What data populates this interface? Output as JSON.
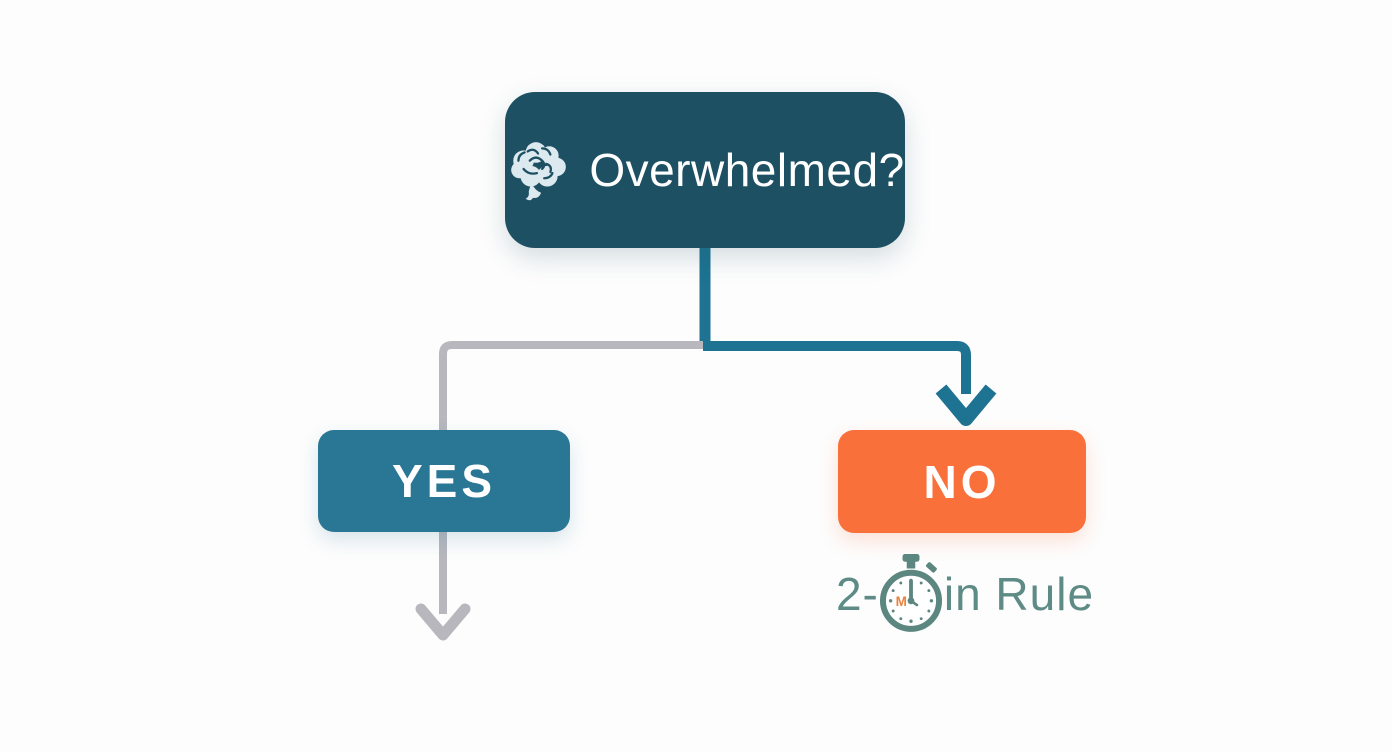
{
  "diagram": {
    "type": "flowchart",
    "decision_node": {
      "label": "Overwhelmed?",
      "icon": "brain-icon"
    },
    "branches": {
      "yes_node": {
        "label": "YES"
      },
      "no_node": {
        "label": "NO"
      }
    },
    "rule_label": {
      "prefix": "2-",
      "suffix": "in Rule",
      "stopwatch_letter": "M",
      "full_text": "2-Min Rule",
      "icon": "stopwatch-icon"
    },
    "colors": {
      "decision_box": "#1E5063",
      "teal_connector": "#1D7391",
      "yes_box": "#2A7795",
      "no_box": "#F9703A",
      "gray_connector": "#B7B7BD",
      "rule_text": "#5E8B85",
      "stopwatch": "#5C8680",
      "stopwatch_accent": "#E8823E",
      "node_text": "#FFFFFF",
      "background": "#FDFDFD",
      "brain_fill": "#DCE9EF"
    }
  }
}
